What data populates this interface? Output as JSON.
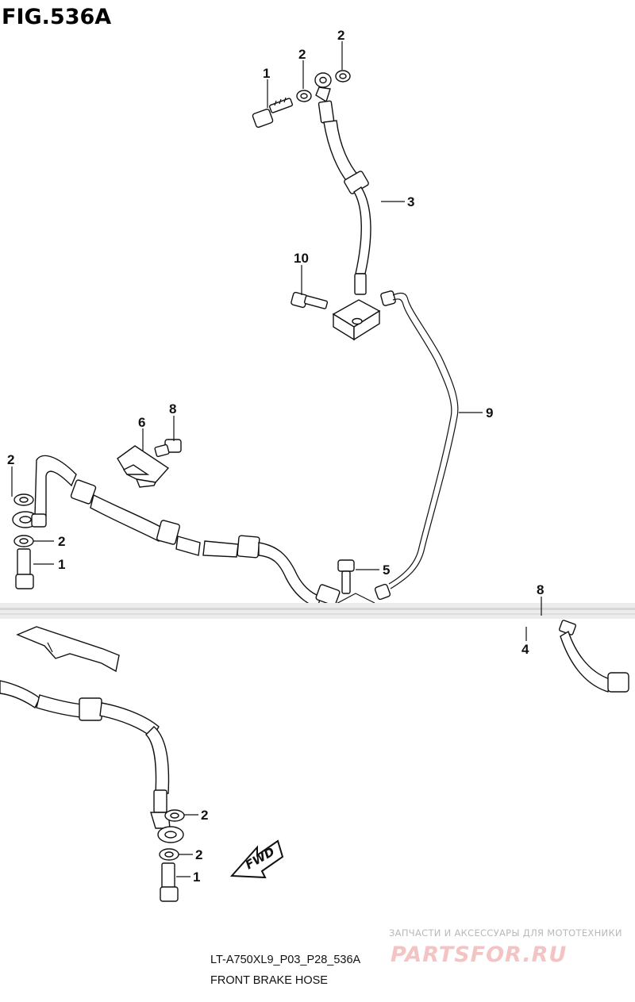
{
  "figure_title": "FIG.536A",
  "caption": {
    "model_code": "LT-A750XL9_P03_P28_536A",
    "diagram_name": "FRONT BRAKE HOSE"
  },
  "watermark": {
    "tagline": "ЗАПЧАСТИ И АКСЕССУАРЫ ДЛЯ МОТОТЕХНИКИ",
    "brand": "PARTSFOR.RU"
  },
  "direction_indicator": "FWD",
  "callouts": {
    "top_bolt": "1",
    "top_washer_left": "2",
    "top_washer_right": "2",
    "hose_upper": "3",
    "bolt_joint": "10",
    "pipe": "9",
    "clamp": "6",
    "clamp_bolt": "8",
    "left_washer_top": "2",
    "left_washer_bottom": "2",
    "left_bolt": "1",
    "bolt_lower": "5",
    "right_bolt": "8",
    "right_hose": "4",
    "lower_washer_top": "2",
    "lower_washer_bottom": "2",
    "lower_bolt": "1"
  }
}
